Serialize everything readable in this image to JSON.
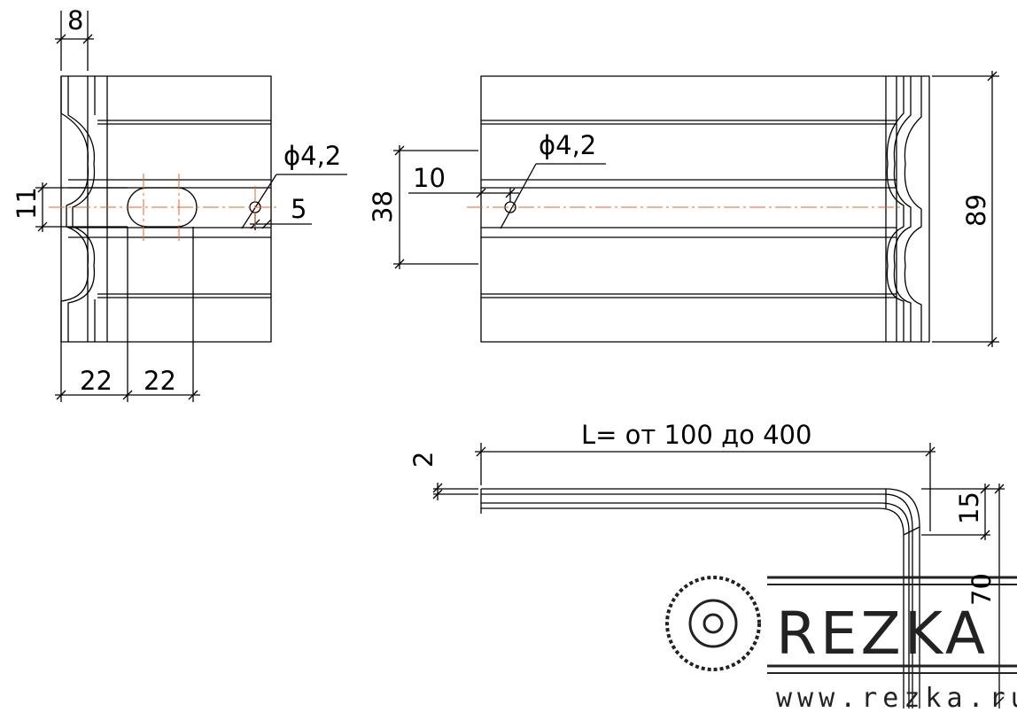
{
  "colors": {
    "line": "#000000",
    "centerline": "#e8652a",
    "logo": "#222222"
  },
  "left_view": {
    "dim_top": "8",
    "dim_hole": "ϕ4,2",
    "dim_hole_offset": "5",
    "dim_slot_height": "11",
    "dim_bottom_1": "22",
    "dim_bottom_2": "22"
  },
  "right_view": {
    "dim_hole": "ϕ4,2",
    "dim_hole_offset": "10",
    "dim_height_38": "38",
    "dim_height_89": "89"
  },
  "bottom_view": {
    "dim_length": "L= от 100 до 400",
    "dim_thickness": "2",
    "dim_bend": "15",
    "dim_leg": "70"
  },
  "logo": {
    "brand": "REZKA",
    "url": "www.rezka.ru"
  }
}
